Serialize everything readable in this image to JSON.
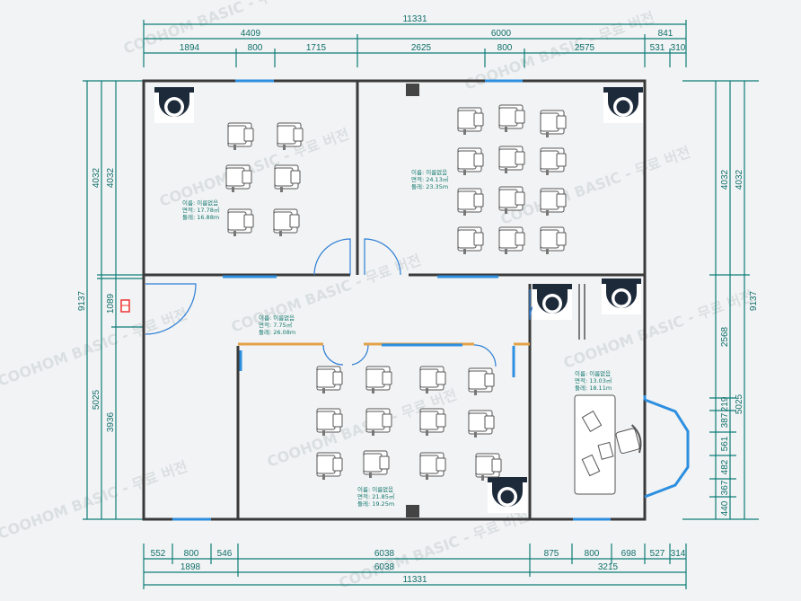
{
  "dimensions": {
    "top_total": "11331",
    "top_row1": [
      "4409",
      "6000",
      "841"
    ],
    "top_row2": [
      "1894",
      "800",
      "1715",
      "2625",
      "800",
      "2575",
      "531",
      "310"
    ],
    "bottom_row1": [
      "552",
      "800",
      "546",
      "6038",
      "875",
      "800",
      "698",
      "527",
      "314"
    ],
    "bottom_row2": [
      "1898",
      "6038",
      "3215"
    ],
    "bottom_total": "11331",
    "left_outer": "9137",
    "left_a": "4032",
    "left_b": "4032",
    "left_c": "1089",
    "left_d": "5025",
    "left_e": "3936",
    "right_a": "4032",
    "right_b": "4032",
    "right_total": "9137",
    "right_c": "2568",
    "right_d": "219",
    "right_e": "5025",
    "right_small": [
      "387",
      "561",
      "482",
      "367",
      "440"
    ]
  },
  "rooms": [
    {
      "id": "room-top-left",
      "l1": "이름: 이름없음",
      "l2": "면적: 17.78㎡",
      "l3": "둘레: 16.88m"
    },
    {
      "id": "room-top-right",
      "l1": "이름: 이름없음",
      "l2": "면적: 24.13㎡",
      "l3": "둘레: 23.35m"
    },
    {
      "id": "room-hall",
      "l1": "이름: 이름없음",
      "l2": "면적: 7.75㎡",
      "l3": "둘레: 26.08m"
    },
    {
      "id": "room-bottom",
      "l1": "이름: 이름없음",
      "l2": "면적: 21.85㎡",
      "l3": "둘레: 19.25m"
    },
    {
      "id": "room-office",
      "l1": "이름: 이름없음",
      "l2": "면적: 13.03㎡",
      "l3": "둘레: 18.11m"
    }
  ],
  "watermark": "COOHOM BASIC - 무료 버전",
  "icons": {
    "camera": "cctv-camera-icon",
    "entrance": "entrance-marker-icon"
  }
}
